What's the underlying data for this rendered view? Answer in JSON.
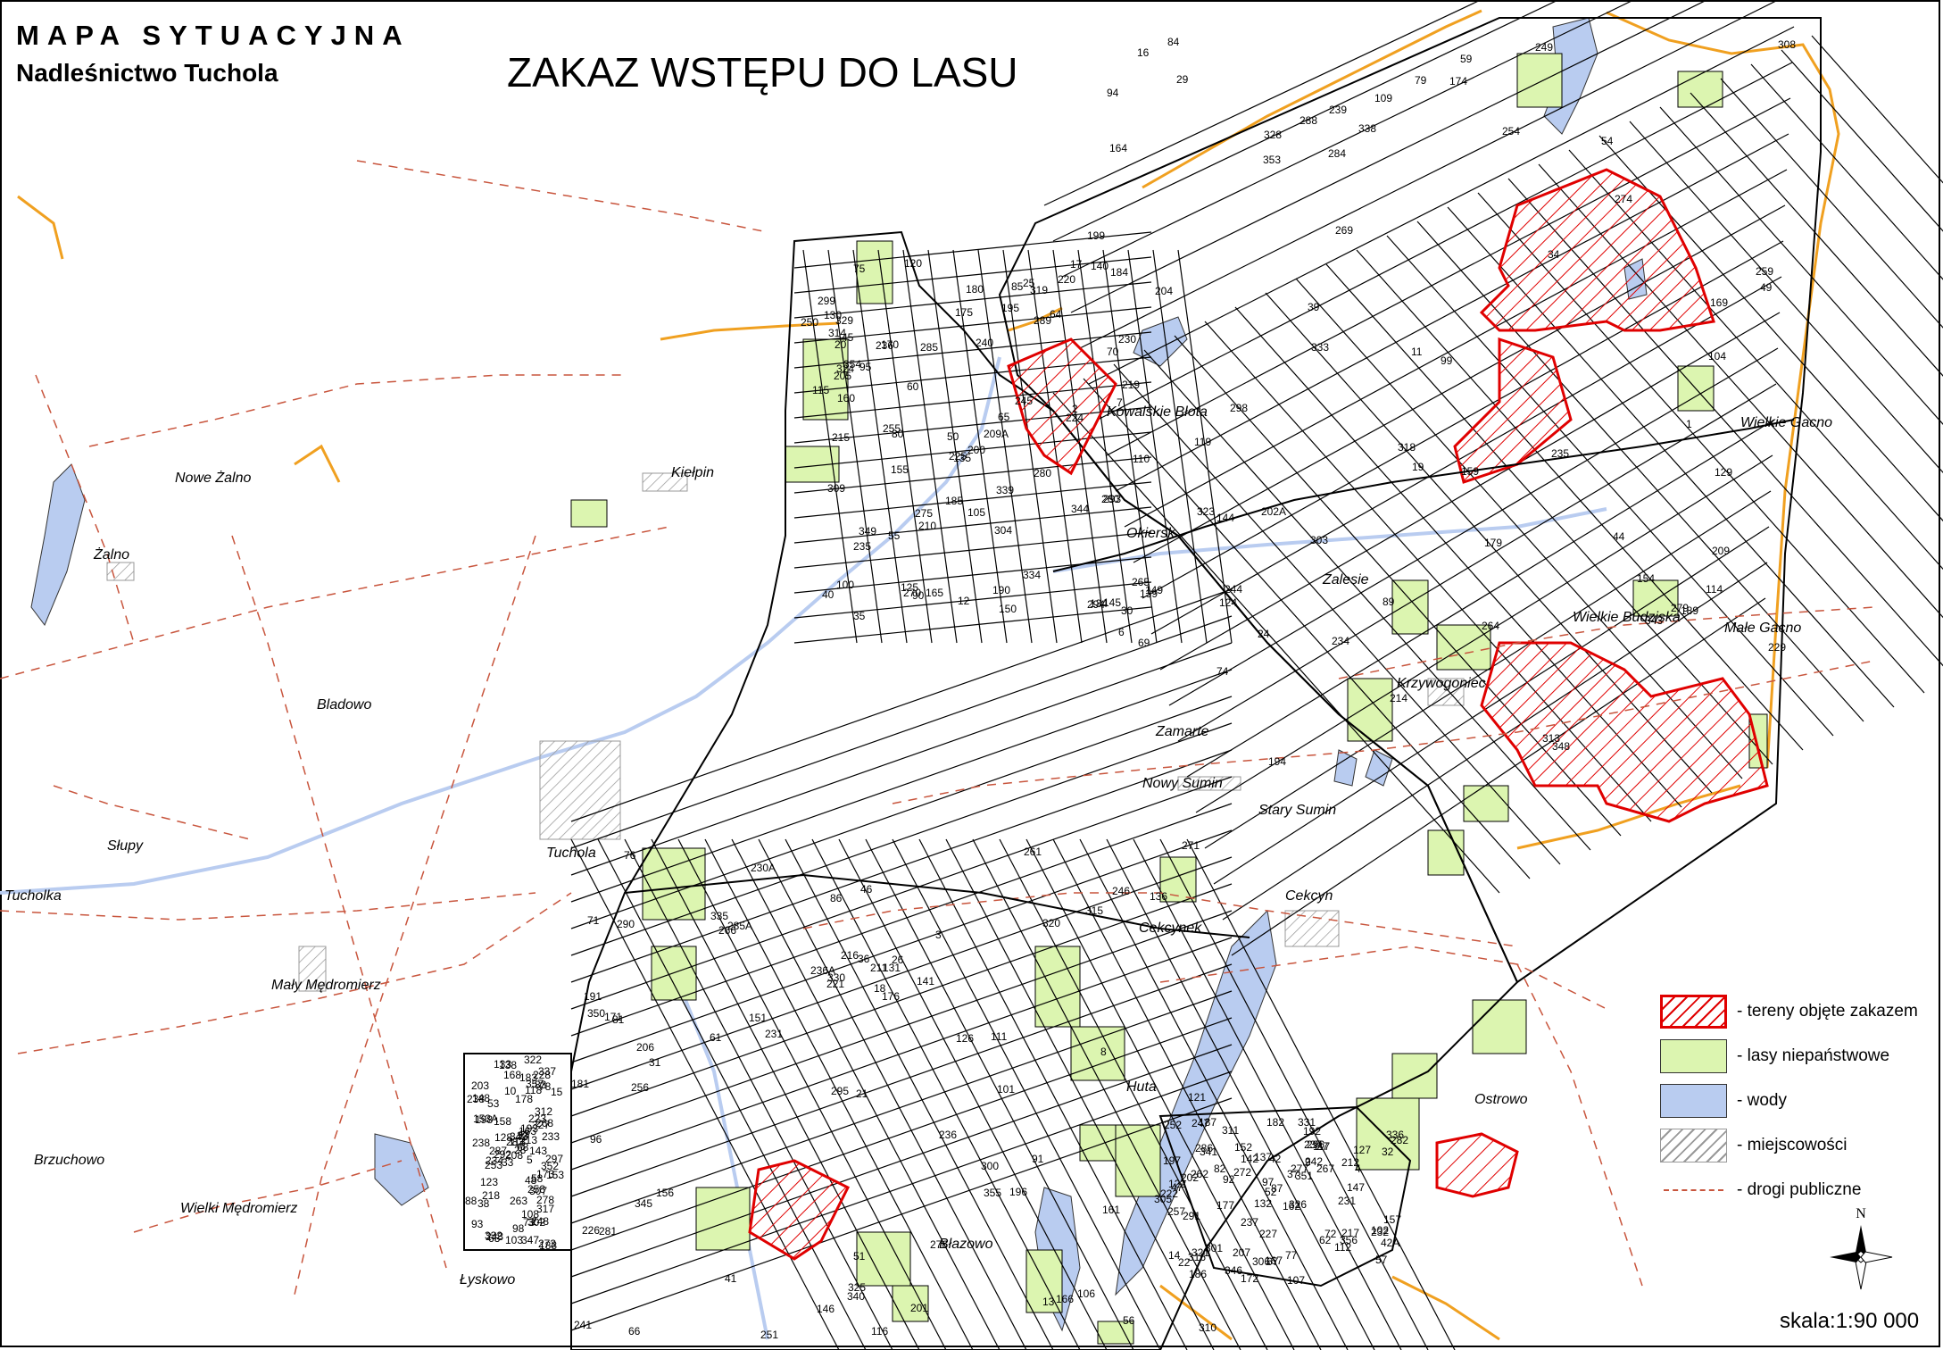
{
  "header": {
    "title": "MAPA SYTUACYJNA",
    "subtitle": "Nadleśnictwo Tuchola",
    "main_title": "ZAKAZ WSTĘPU DO LASU"
  },
  "legend": {
    "items": [
      {
        "label": "- tereny objęte zakazem",
        "swatch": "ban"
      },
      {
        "label": "- lasy niepaństwowe",
        "swatch": "priv"
      },
      {
        "label": "- wody",
        "swatch": "water"
      },
      {
        "label": "- miejscowości",
        "swatch": "town"
      },
      {
        "label": "- drogi publiczne",
        "swatch": "road"
      }
    ]
  },
  "scale": {
    "label": "skala:",
    "value": "1:90 000"
  },
  "north_label": "N",
  "colors": {
    "ban_zone": "#e00000",
    "private_forest": "#dcf5b0",
    "water": "#b9ccf0",
    "public_road": "#c8553d",
    "district_boundary": "#f0a020",
    "compartment_line": "#000000"
  },
  "places": [
    "Nowe Żalno",
    "Żalno",
    "Kiełpin",
    "Bladowo",
    "Słupy",
    "Tucholka",
    "Tuchola",
    "Mały Mędromierz",
    "Brzuchowo",
    "Wielki Mędromierz",
    "Łyskowo",
    "Kowalskie Błota",
    "Okiersk",
    "Zalesie",
    "Wielkie Gacno",
    "Wielkie Budziska",
    "Małe Gacno",
    "Krzywogoniec",
    "Zamarte",
    "Nowy Sumin",
    "Stary Sumin",
    "Cekcyn",
    "Cekcynek",
    "Huta",
    "Ostrowo",
    "Błazowo"
  ],
  "compartment_labels": [
    "19",
    "20",
    "21",
    "22",
    "23",
    "24",
    "25",
    "26",
    "27",
    "28",
    "29",
    "30",
    "31",
    "32",
    "33",
    "34",
    "35",
    "36",
    "37",
    "38",
    "39",
    "40",
    "41",
    "42",
    "43",
    "44",
    "45",
    "46",
    "47",
    "48",
    "49",
    "50",
    "51",
    "52",
    "53",
    "54",
    "55",
    "56",
    "57",
    "58",
    "59",
    "60",
    "61",
    "62",
    "63",
    "64",
    "65",
    "66",
    "67",
    "68",
    "69",
    "70",
    "71",
    "72",
    "73",
    "74",
    "75",
    "76",
    "77",
    "78",
    "79",
    "80",
    "81",
    "82",
    "83",
    "84",
    "85",
    "86",
    "87",
    "88",
    "89",
    "90",
    "91",
    "92",
    "93",
    "94",
    "95",
    "96",
    "97",
    "98",
    "99",
    "100",
    "101",
    "102",
    "103",
    "104",
    "105",
    "106",
    "107",
    "108",
    "109",
    "110",
    "111",
    "112",
    "113",
    "114",
    "115",
    "116",
    "117",
    "118",
    "119",
    "120",
    "121",
    "122",
    "123",
    "124",
    "125",
    "126",
    "127",
    "128",
    "129",
    "130",
    "131",
    "132",
    "133",
    "134",
    "135",
    "136",
    "137",
    "138",
    "139",
    "140",
    "141",
    "142",
    "143",
    "144",
    "145",
    "146",
    "147",
    "148",
    "149",
    "150",
    "151",
    "152",
    "153",
    "154",
    "155",
    "156",
    "157",
    "158",
    "159",
    "160",
    "161",
    "162",
    "163",
    "164",
    "165",
    "166",
    "167",
    "168",
    "169",
    "170",
    "171",
    "172",
    "173",
    "174",
    "175",
    "176",
    "177",
    "178",
    "179",
    "180",
    "181",
    "182",
    "183",
    "184",
    "185",
    "186",
    "187",
    "188",
    "189",
    "190",
    "191",
    "192",
    "193",
    "194",
    "195",
    "196",
    "197",
    "198",
    "199",
    "200",
    "201",
    "202",
    "203",
    "204",
    "205",
    "206",
    "207",
    "208",
    "209",
    "210",
    "211",
    "212",
    "213",
    "214",
    "215",
    "216",
    "217",
    "218",
    "219",
    "220",
    "221",
    "222",
    "223",
    "224",
    "225",
    "226",
    "227",
    "228",
    "229",
    "230",
    "231",
    "232",
    "233",
    "234",
    "235",
    "236",
    "237",
    "238",
    "239",
    "240",
    "241",
    "242",
    "243",
    "244",
    "245",
    "246",
    "247",
    "248",
    "249",
    "250",
    "251",
    "252",
    "253",
    "254",
    "255",
    "256",
    "257",
    "258",
    "259",
    "260",
    "261",
    "262",
    "263",
    "264",
    "265",
    "266",
    "267",
    "268",
    "269",
    "270",
    "271",
    "272",
    "273",
    "274",
    "275",
    "276",
    "277",
    "278",
    "279",
    "280",
    "281",
    "282",
    "283",
    "284",
    "285",
    "285A",
    "286",
    "287",
    "288",
    "289",
    "290",
    "291",
    "292",
    "293",
    "294",
    "295",
    "296",
    "297",
    "298",
    "299",
    "300",
    "301",
    "302",
    "303",
    "304",
    "305",
    "306",
    "307",
    "308",
    "309",
    "310",
    "311",
    "312",
    "313",
    "314",
    "315",
    "316",
    "317",
    "318",
    "319",
    "320",
    "321",
    "322",
    "323",
    "324",
    "325",
    "326",
    "327",
    "328",
    "329",
    "330",
    "331",
    "332",
    "333",
    "334",
    "335",
    "336",
    "337",
    "338",
    "339",
    "340",
    "341",
    "342",
    "343",
    "344",
    "345",
    "346",
    "347",
    "348",
    "349",
    "350",
    "351",
    "352",
    "353",
    "354",
    "355",
    "356",
    "357",
    "1",
    "2",
    "3",
    "4",
    "5",
    "6",
    "7",
    "8",
    "9",
    "10",
    "11",
    "12",
    "13",
    "14",
    "15",
    "16",
    "17",
    "18",
    "42A",
    "153A",
    "202A",
    "209A",
    "230A",
    "231",
    "234",
    "235",
    "236",
    "236A",
    "237",
    "238"
  ]
}
